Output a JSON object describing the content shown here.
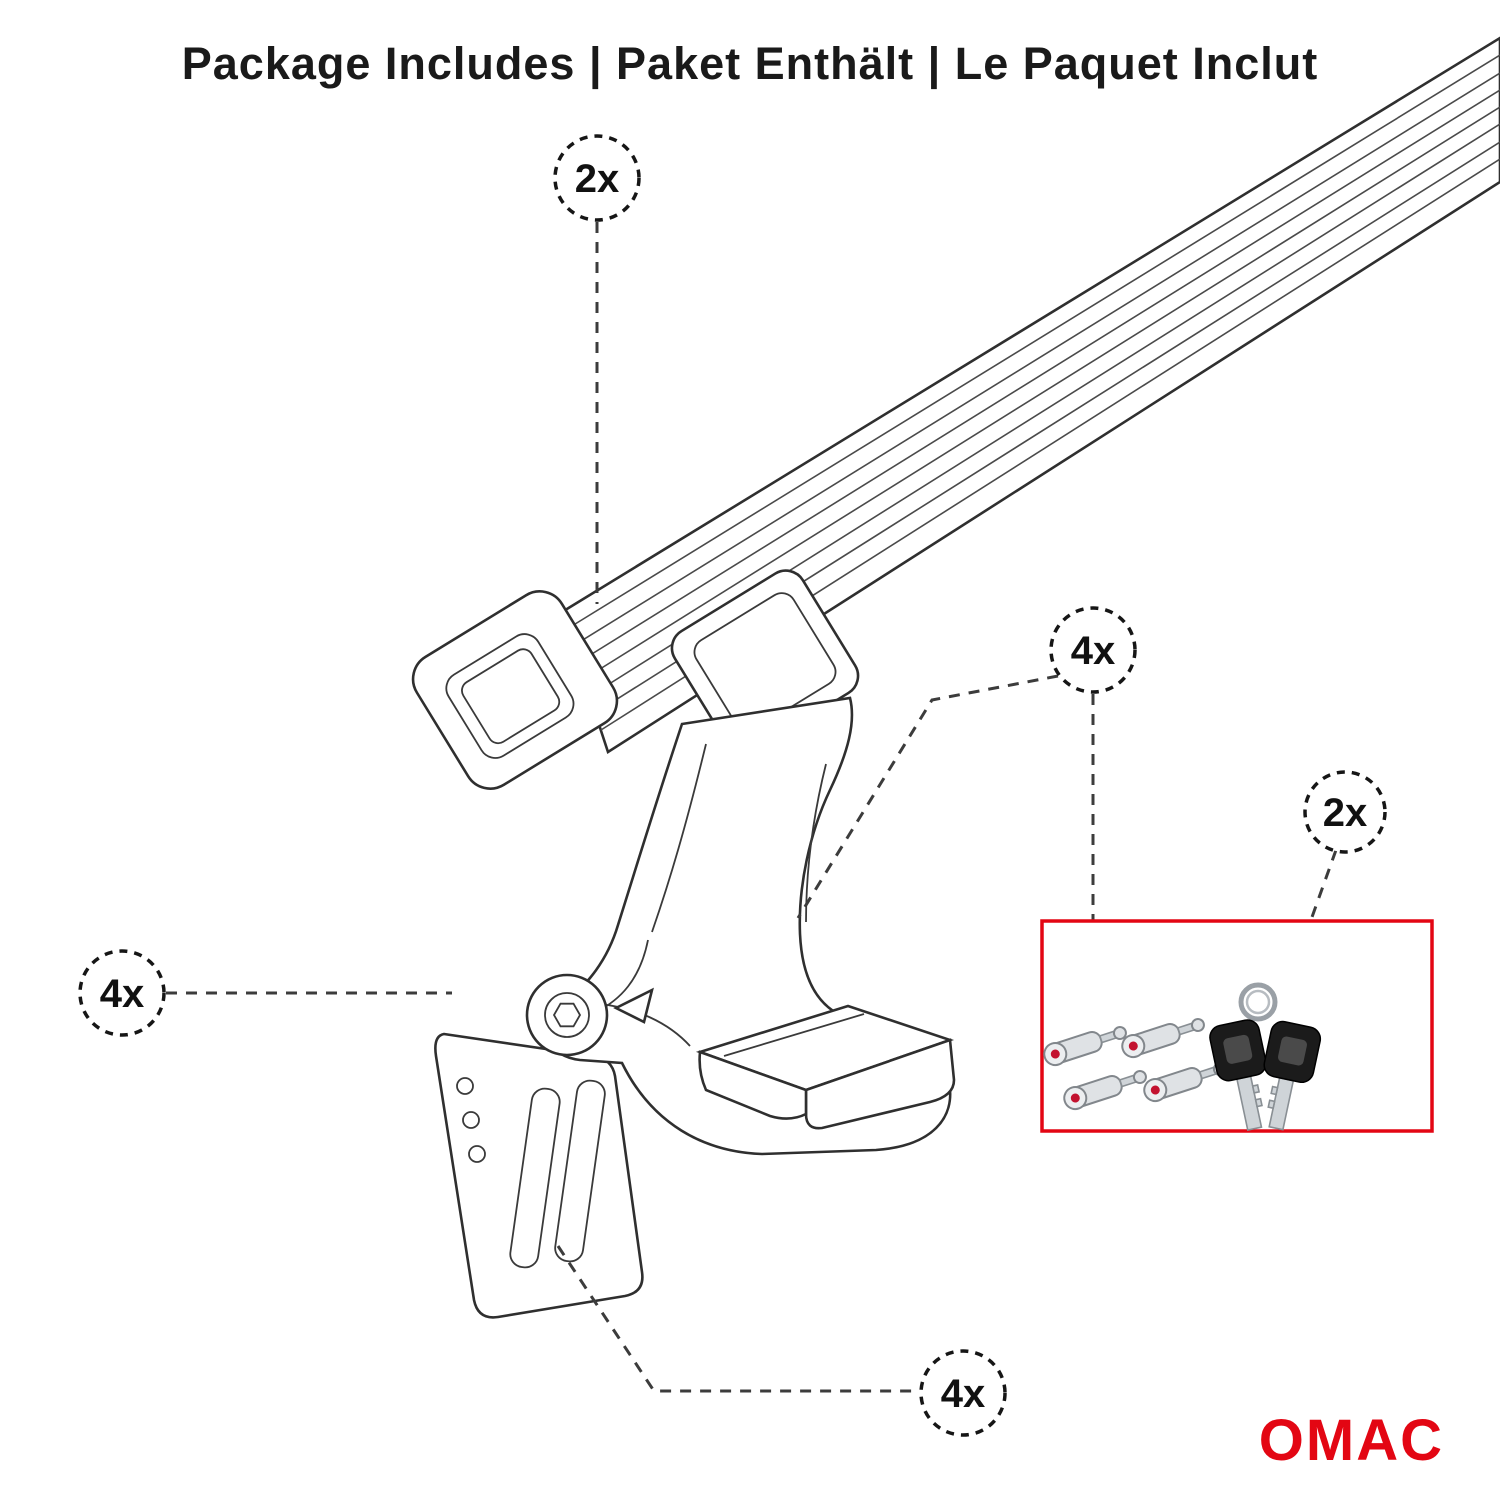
{
  "title": "Package Includes | Paket Enthält | Le Paquet Inclut",
  "callouts": {
    "crossbar": "2x",
    "foot": "4x",
    "bolts": "4x",
    "keys": "2x",
    "clamp": "4x"
  },
  "logo": "OMAC",
  "colors": {
    "accent": "#e30613",
    "ink": "#1a1a1a",
    "line": "#3c3c3c"
  }
}
